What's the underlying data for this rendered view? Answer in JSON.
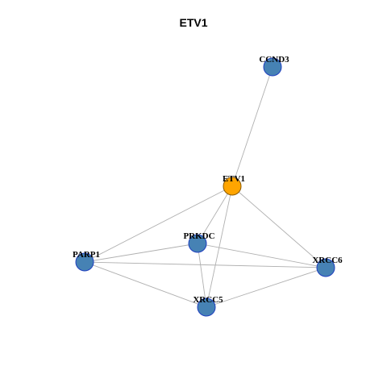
{
  "title": "ETV1",
  "colors": {
    "hub_fill": "#FFA500",
    "hub_stroke": "#8B5A00",
    "node_fill": "#4682B4",
    "node_stroke": "#1F3FBF",
    "edge": "#B0B0B0"
  },
  "nodes": [
    {
      "id": "CCND3",
      "label": "CCND3",
      "hub": false
    },
    {
      "id": "ETV1",
      "label": "ETV1",
      "hub": true
    },
    {
      "id": "PRKDC",
      "label": "PRKDC",
      "hub": false
    },
    {
      "id": "PARP1",
      "label": "PARP1",
      "hub": false
    },
    {
      "id": "XRCC6",
      "label": "XRCC6",
      "hub": false
    },
    {
      "id": "XRCC5",
      "label": "XRCC5",
      "hub": false
    }
  ],
  "edges": [
    [
      "CCND3",
      "ETV1"
    ],
    [
      "ETV1",
      "PARP1"
    ],
    [
      "ETV1",
      "PRKDC"
    ],
    [
      "ETV1",
      "XRCC5"
    ],
    [
      "ETV1",
      "XRCC6"
    ],
    [
      "PARP1",
      "PRKDC"
    ],
    [
      "PARP1",
      "XRCC6"
    ],
    [
      "PARP1",
      "XRCC5"
    ],
    [
      "PRKDC",
      "XRCC6"
    ],
    [
      "PRKDC",
      "XRCC5"
    ],
    [
      "XRCC5",
      "XRCC6"
    ]
  ]
}
